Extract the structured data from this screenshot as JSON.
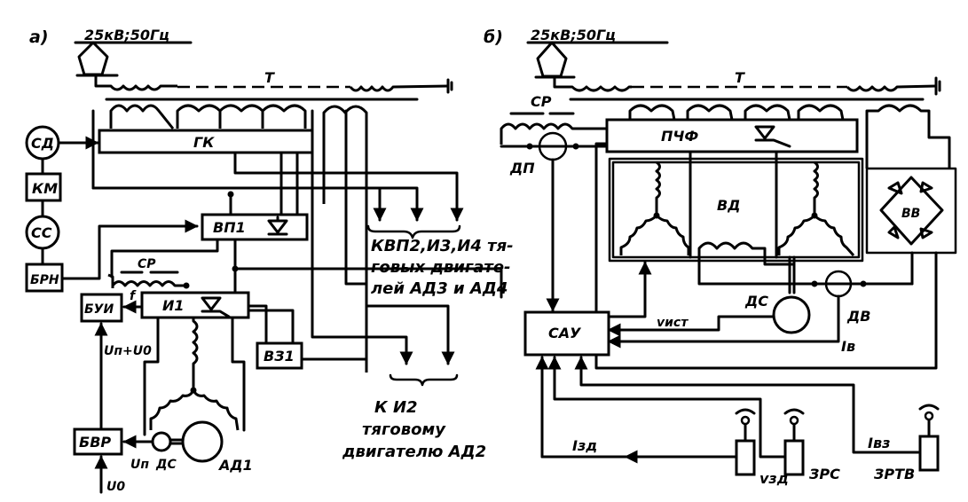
{
  "diagram": {
    "panel_a": {
      "letter": "а)",
      "supply": "25кВ;50Гц",
      "transformer": "Т",
      "blocks": {
        "gk": "ГК",
        "vp1": "ВП1",
        "i1": "И1",
        "vz1": "ВЗ1",
        "sd": "СД",
        "km": "КМ",
        "ss": "СС",
        "brn": "БРН",
        "bui": "БУИ",
        "bvr": "БВР"
      },
      "labels": {
        "sr": "СР",
        "f": "f",
        "un_plus_u0": "Uп+U0",
        "un": "Uп",
        "ds": "ДС",
        "ad1": "АД1",
        "u0": "U0"
      },
      "note_upper": [
        "КВП2,И3,И4 тя-",
        "говых двигате-",
        "лей АД3 и АД4"
      ],
      "note_lower": [
        "К И2",
        "тяговому",
        "двигателю АД2"
      ]
    },
    "panel_b": {
      "letter": "б)",
      "supply": "25кВ;50Гц",
      "transformer": "Т",
      "blocks": {
        "pchf": "ПЧФ",
        "vd": "ВД",
        "vv": "ВВ",
        "sau": "САУ"
      },
      "labels": {
        "sr": "СР",
        "dp": "ДП",
        "v_ist": "vист",
        "ds": "ДС",
        "dv": "ДВ",
        "iv": "Iв",
        "i_zd": "Iзд",
        "v_zd": "vзд",
        "zrs": "ЗРС",
        "i_vz": "Iвз",
        "zrtv": "ЗРТВ"
      }
    }
  }
}
